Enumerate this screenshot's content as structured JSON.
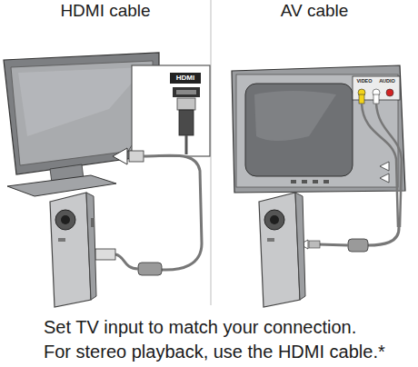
{
  "diagram": {
    "caption": "Set TV input to match your connection. For stereo playback, use the HDMI cable.*",
    "nodes": [
      {
        "text": [
          "HDMI"
        ]
      },
      {
        "text": [
          "VIDEO",
          "AUDIO"
        ]
      }
    ],
    "labels": [
      "HDMI cable",
      "AV cable"
    ]
  }
}
